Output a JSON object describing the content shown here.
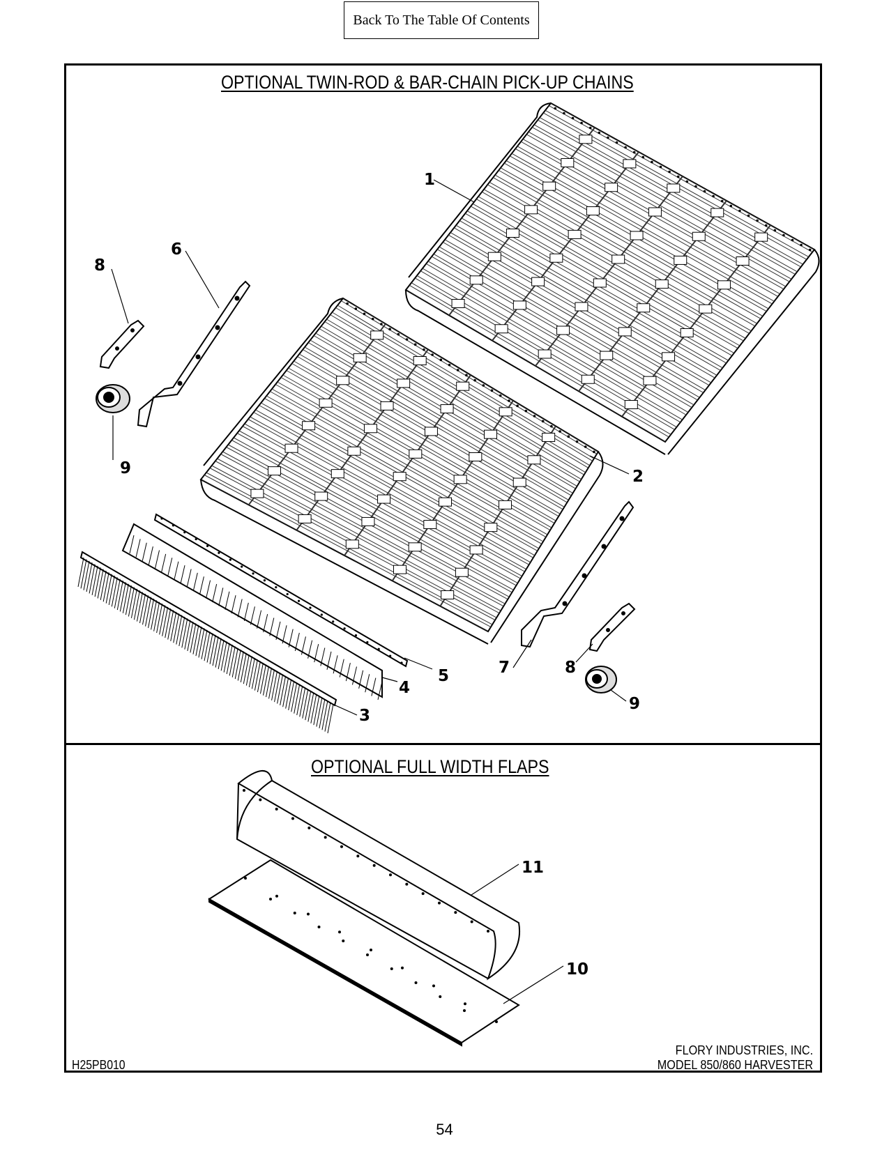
{
  "nav": {
    "toc_link": "Back To The Table Of Contents"
  },
  "sections": {
    "chains": {
      "title": "OPTIONAL TWIN-ROD & BAR-CHAIN PICK-UP CHAINS"
    },
    "flaps": {
      "title": "OPTIONAL FULL WIDTH FLAPS"
    }
  },
  "callouts": {
    "c1": "1",
    "c2": "2",
    "c3": "3",
    "c4": "4",
    "c5": "5",
    "c6": "6",
    "c7": "7",
    "c8a": "8",
    "c8b": "8",
    "c9a": "9",
    "c9b": "9",
    "c10": "10",
    "c11": "11"
  },
  "footer": {
    "drawing_number": "H25PB010",
    "company": "FLORY INDUSTRIES, INC.",
    "model": "MODEL 850/860 HARVESTER"
  },
  "page": {
    "number": "54"
  }
}
